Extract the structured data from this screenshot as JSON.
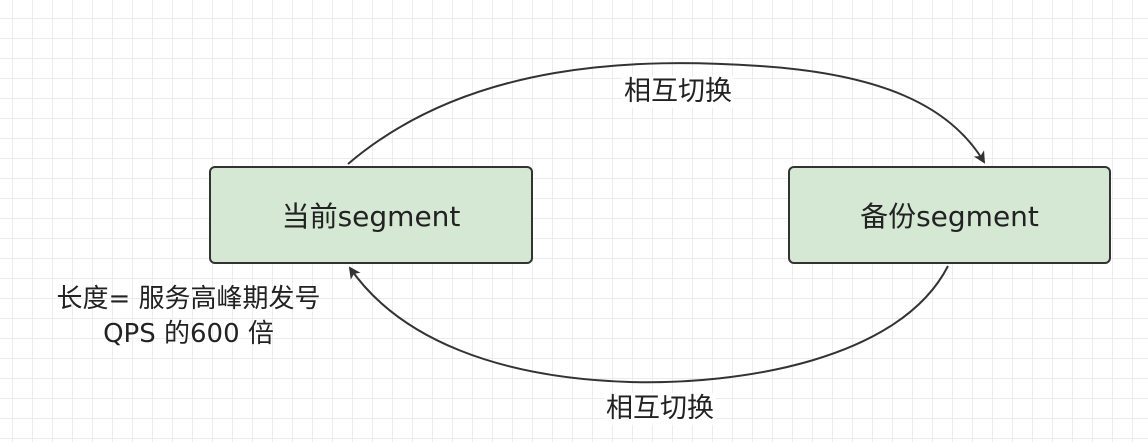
{
  "nodes": {
    "current": "当前segment",
    "backup": "备份segment"
  },
  "edges": {
    "top_label": "相互切换",
    "bottom_label": "相互切换"
  },
  "note": {
    "line1": "长度= 服务高峰期发号",
    "line2": "QPS 的600 倍"
  },
  "colors": {
    "node_fill": "#d5e8d4",
    "node_stroke": "#333333",
    "edge": "#333333",
    "grid": "#ececec",
    "background": "#ffffff"
  }
}
